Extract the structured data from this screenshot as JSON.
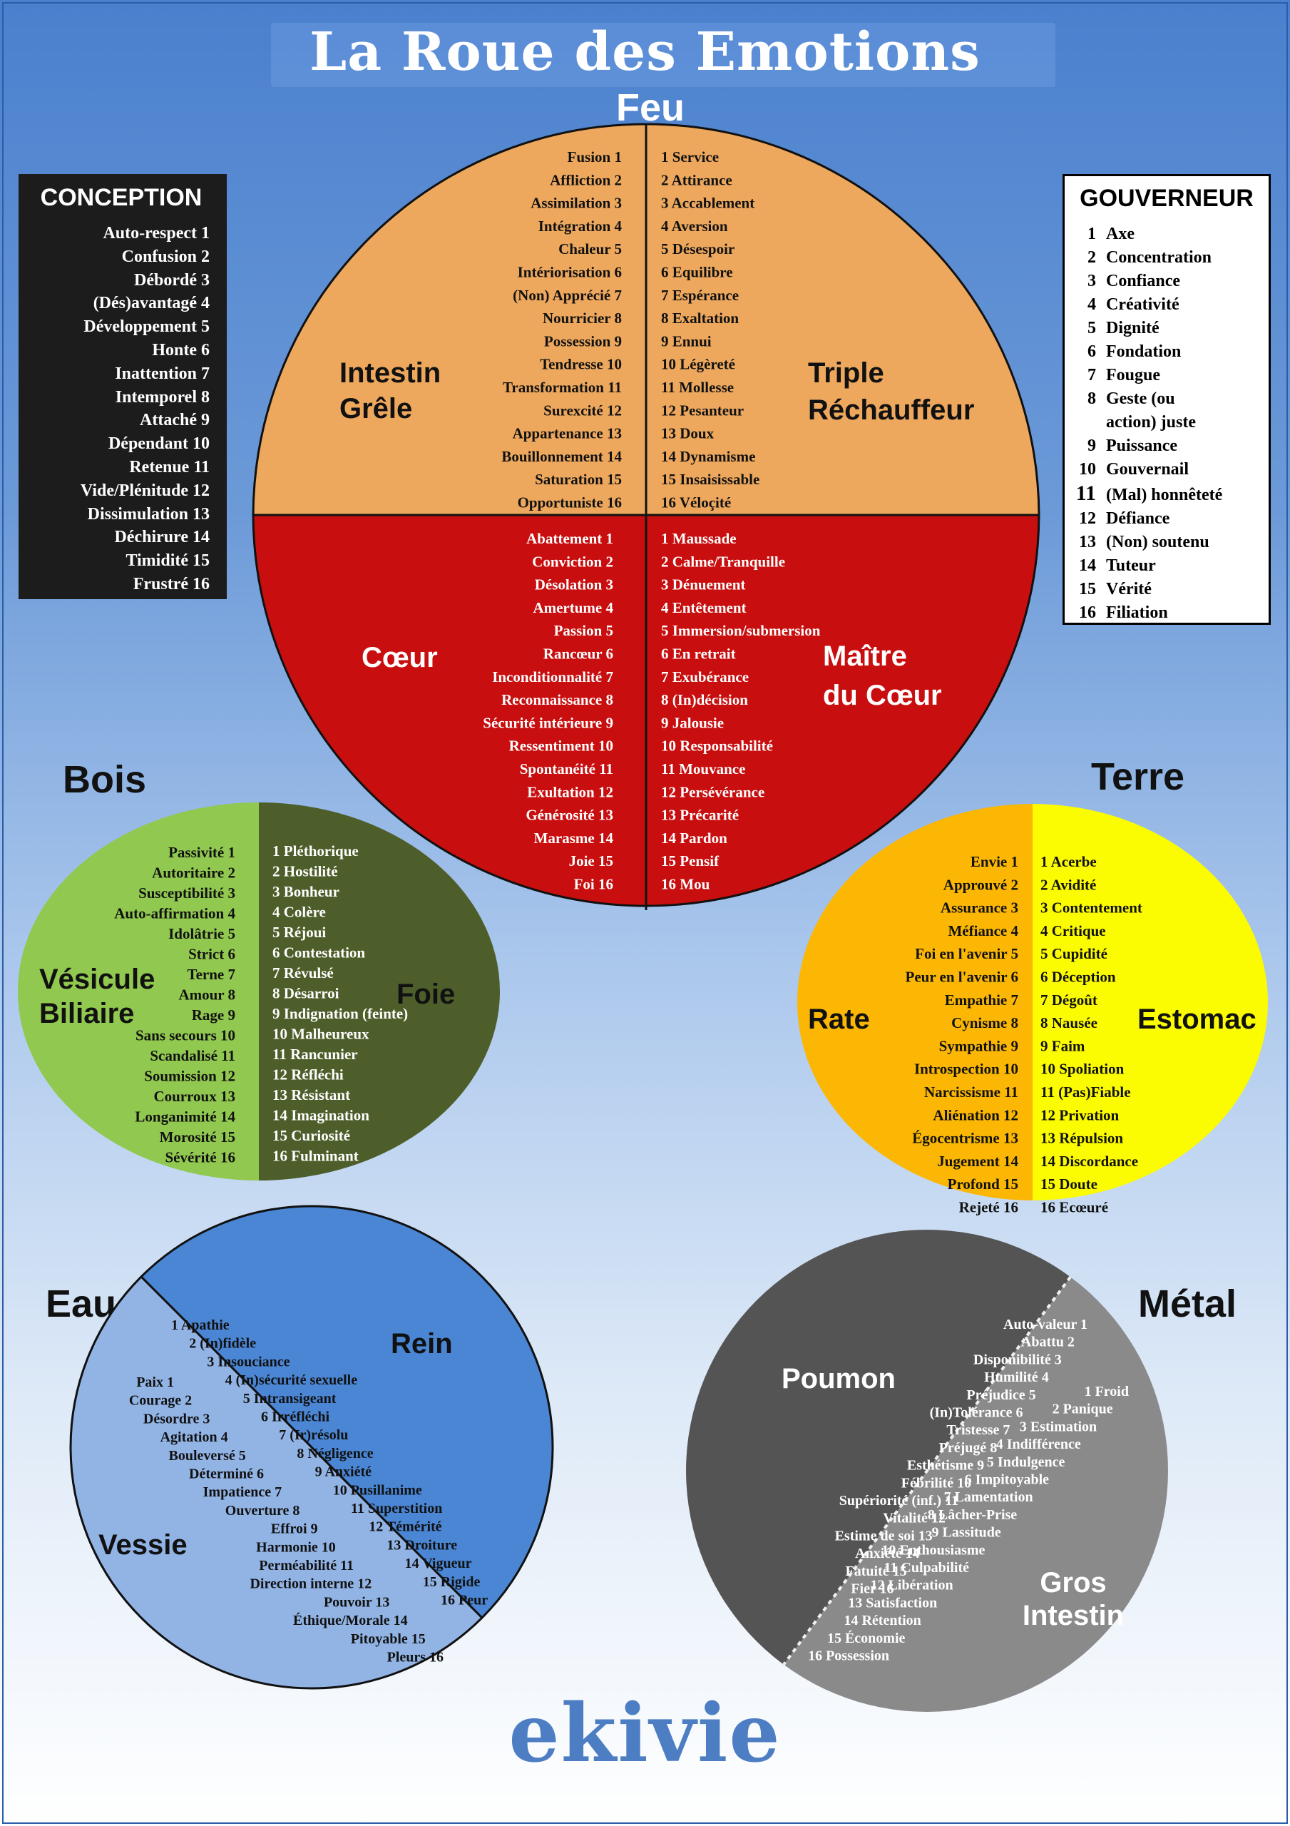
{
  "title": "La Roue des Emotions",
  "logo": "ekivie",
  "colors": {
    "fire_top": "#eda85e",
    "fire_bottom": "#c80e0e",
    "wood_light": "#91c84f",
    "wood_dark": "#4e5e2a",
    "earth_left": "#fbb704",
    "earth_right": "#fbfb02",
    "water_light": "#92b4e5",
    "water_dark": "#4a86d4",
    "metal_dark": "#545454",
    "metal_light": "#8a8a8a"
  },
  "conception": {
    "title": "CONCEPTION",
    "items": [
      "Auto-respect 1",
      "Confusion 2",
      "Débordé 3",
      "(Dés)avantagé 4",
      "Développement 5",
      "Honte 6",
      "Inattention 7",
      "Intemporel  8",
      "Attaché 9",
      "Dépendant 10",
      "Retenue 11",
      "Vide/Plénitude 12",
      "Dissimulation 13",
      "Déchirure 14",
      "Timidité 15",
      "Frustré 16"
    ]
  },
  "gouverneur": {
    "title": "GOUVERNEUR",
    "items": [
      {
        "n": "1",
        "t": "Axe"
      },
      {
        "n": "2",
        "t": "Concentration"
      },
      {
        "n": "3",
        "t": "Confiance"
      },
      {
        "n": "4",
        "t": "Créativité"
      },
      {
        "n": "5",
        "t": "Dignité"
      },
      {
        "n": "6",
        "t": "Fondation"
      },
      {
        "n": "7",
        "t": "Fougue"
      },
      {
        "n": "8",
        "t": "Geste (ou"
      },
      {
        "n": "",
        "t": "action) juste"
      },
      {
        "n": "9",
        "t": "Puissance"
      },
      {
        "n": "10",
        "t": "Gouvernail"
      },
      {
        "n": "11",
        "t": "(Mal) honnêteté"
      },
      {
        "n": "12",
        "t": "Défiance"
      },
      {
        "n": "13",
        "t": "(Non) soutenu"
      },
      {
        "n": "14",
        "t": "Tuteur"
      },
      {
        "n": "15",
        "t": "Vérité"
      },
      {
        "n": "16",
        "t": "Filiation"
      }
    ]
  },
  "feu": {
    "element": "Feu",
    "intestin_grele": {
      "label_lines": [
        "Intestin",
        "Grêle"
      ],
      "items": [
        "Fusion 1",
        "Affliction 2",
        "Assimilation  3",
        "Intégration  4",
        "Chaleur  5",
        "Intériorisation  6",
        "(Non) Apprécié 7",
        "Nourricier  8",
        "Possession 9",
        "Tendresse 10",
        "Transformation 11",
        "Surexcité 12",
        "Appartenance 13",
        "Bouillonnement 14",
        "Saturation 15",
        "Opportuniste 16"
      ]
    },
    "triple_rechauffeur": {
      "label_lines": [
        "Triple",
        "Réchauffeur"
      ],
      "items": [
        "1 Service",
        "2 Attirance",
        "3 Accablement",
        "4 Aversion",
        "5 Désespoir",
        "6 Equilibre",
        "7 Espérance",
        "8 Exaltation",
        "9 Ennui",
        "10 Légèreté",
        "11 Mollesse",
        "12 Pesanteur",
        "13 Doux",
        "14 Dynamisme",
        "15 Insaisissable",
        "16 Véloçité"
      ]
    },
    "coeur": {
      "label_lines": [
        "Cœur"
      ],
      "items": [
        "Abattement  1",
        "Conviction 2",
        "Désolation 3",
        "Amertume  4",
        "Passion 5",
        "Rancœur  6",
        "Inconditionnalité  7",
        "Reconnaissance  8",
        "Sécurité intérieure 9",
        "Ressentiment  10",
        "Spontanéité 11",
        "Exultation  12",
        "Générosité  13",
        "Marasme 14",
        "Joie 15",
        "Foi 16"
      ]
    },
    "maitre_du_coeur": {
      "label_lines": [
        "Maître",
        "du Cœur"
      ],
      "items": [
        "1 Maussade",
        "2 Calme/Tranquille",
        "3 Dénuement",
        "4 Entêtement",
        "5 Immersion/submersion",
        "6 En retrait",
        "7 Exubérance",
        "8 (In)décision",
        "9 Jalousie",
        "10 Responsabilité",
        "11 Mouvance",
        "12 Persévérance",
        "13 Précarité",
        "14 Pardon",
        "15 Pensif",
        "16 Mou"
      ]
    }
  },
  "bois": {
    "element": "Bois",
    "vesicule_biliaire": {
      "label_lines": [
        "Vésicule",
        "Biliaire"
      ],
      "items": [
        "Passivité 1",
        "Autoritaire 2",
        "Susceptibilité  3",
        "Auto-affirmation  4",
        "Idolâtrie 5",
        "Strict 6",
        "Terne 7",
        "Amour 8",
        "Rage 9",
        "Sans secours 10",
        "Scandalisé 11",
        "Soumission  12",
        "Courroux 13",
        "Longanimité 14",
        "Morosité 15",
        "Sévérité 16"
      ]
    },
    "foie": {
      "label_lines": [
        "Foie"
      ],
      "items": [
        "1 Pléthorique",
        "2 Hostilité",
        "3 Bonheur",
        "4 Colère",
        "5 Réjoui",
        "6 Contestation",
        "7 Révulsé",
        "8 Désarroi",
        "9 Indignation  (feinte)",
        "10 Malheureux",
        "11 Rancunier",
        "12 Réfléchi",
        "13 Résistant",
        "14 Imagination",
        "15 Curiosité",
        "16 Fulminant"
      ]
    }
  },
  "terre": {
    "element": "Terre",
    "rate": {
      "label_lines": [
        "Rate"
      ],
      "items": [
        "Envie 1",
        "Approuvé  2",
        "Assurance  3",
        "Méfiance  4",
        "Foi en l'avenir 5",
        "Peur en l'avenir  6",
        "Empathie  7",
        "Cynisme 8",
        "Sympathie  9",
        "Introspection  10",
        "Narcissisme  11",
        "Aliénation  12",
        "Égocentrisme  13",
        "Jugement  14",
        "Profond 15",
        "Rejeté 16"
      ]
    },
    "estomac": {
      "label_lines": [
        "Estomac"
      ],
      "items": [
        "1 Acerbe",
        "2 Avidité",
        "3 Contentement",
        "4 Critique",
        "5 Cupidité",
        "6 Déception",
        "7 Dégoût",
        "8 Nausée",
        "9 Faim",
        "10 Spoliation",
        "11 (Pas)Fiable",
        "12 Privation",
        "13 Répulsion",
        "14 Discordance",
        "15 Doute",
        "16 Ecœuré"
      ]
    }
  },
  "eau": {
    "element": "Eau",
    "rein": {
      "label_lines": [
        "Rein"
      ],
      "items": [
        "1 Apathie",
        "2 (In)fidèle",
        "3 Insouciance",
        "4 (In)sécurité  sexuelle",
        "5 Intransigeant",
        "6 Irréfléchi",
        "7 (Ir)résolu",
        "8 Négligence",
        "9 Anxiété",
        "10 Pusillanime",
        "11 Superstition",
        "12 Témérité",
        "13 Droiture",
        "14 Vigueur",
        "15 Rigide",
        "16 Peur"
      ]
    },
    "vessie": {
      "label_lines": [
        "Vessie"
      ],
      "items": [
        "Paix 1",
        "Courage 2",
        "Désordre 3",
        "Agitation 4",
        "Bouleversé 5",
        "Déterminé 6",
        "Impatience  7",
        "Ouverture  8",
        "Effroi  9",
        "Harmonie  10",
        "Perméabilité  11",
        "Direction interne  12",
        "Pouvoir 13",
        "Éthique/Morale  14",
        "Pitoyable 15",
        "Pleurs 16"
      ]
    }
  },
  "metal": {
    "element": "Métal",
    "poumon": {
      "label_lines": [
        "Poumon"
      ],
      "items": [
        "Auto-valeur  1",
        "Abattu  2",
        "Disponibilité  3",
        "Humilité  4",
        "Préjudice 5",
        "(In)Tolérance  6",
        "Tristesse 7",
        "Préjugé 8",
        "Esthétisme  9",
        "Fébrilité  10",
        "Supériorité  (inf.)  11",
        "Vitalité  12",
        "Estime de soi 13",
        "Anxiété 14",
        "Fatuité  15",
        "Fier  16"
      ]
    },
    "gros_intestin": {
      "label_lines": [
        "Gros",
        "Intestin"
      ],
      "items": [
        "1 Froid",
        "2 Panique",
        "3 Estimation",
        "4 Indifférence",
        "5 Indulgence",
        "6 Impitoyable",
        "7 Lamentation",
        "8 Lâcher-Prise",
        "9 Lassitude",
        "10 Enthousiasme",
        "11 Culpabilité",
        "12 Libération",
        "13 Satisfaction",
        "14 Rétention",
        "15 Économie",
        "16 Possession"
      ]
    }
  }
}
